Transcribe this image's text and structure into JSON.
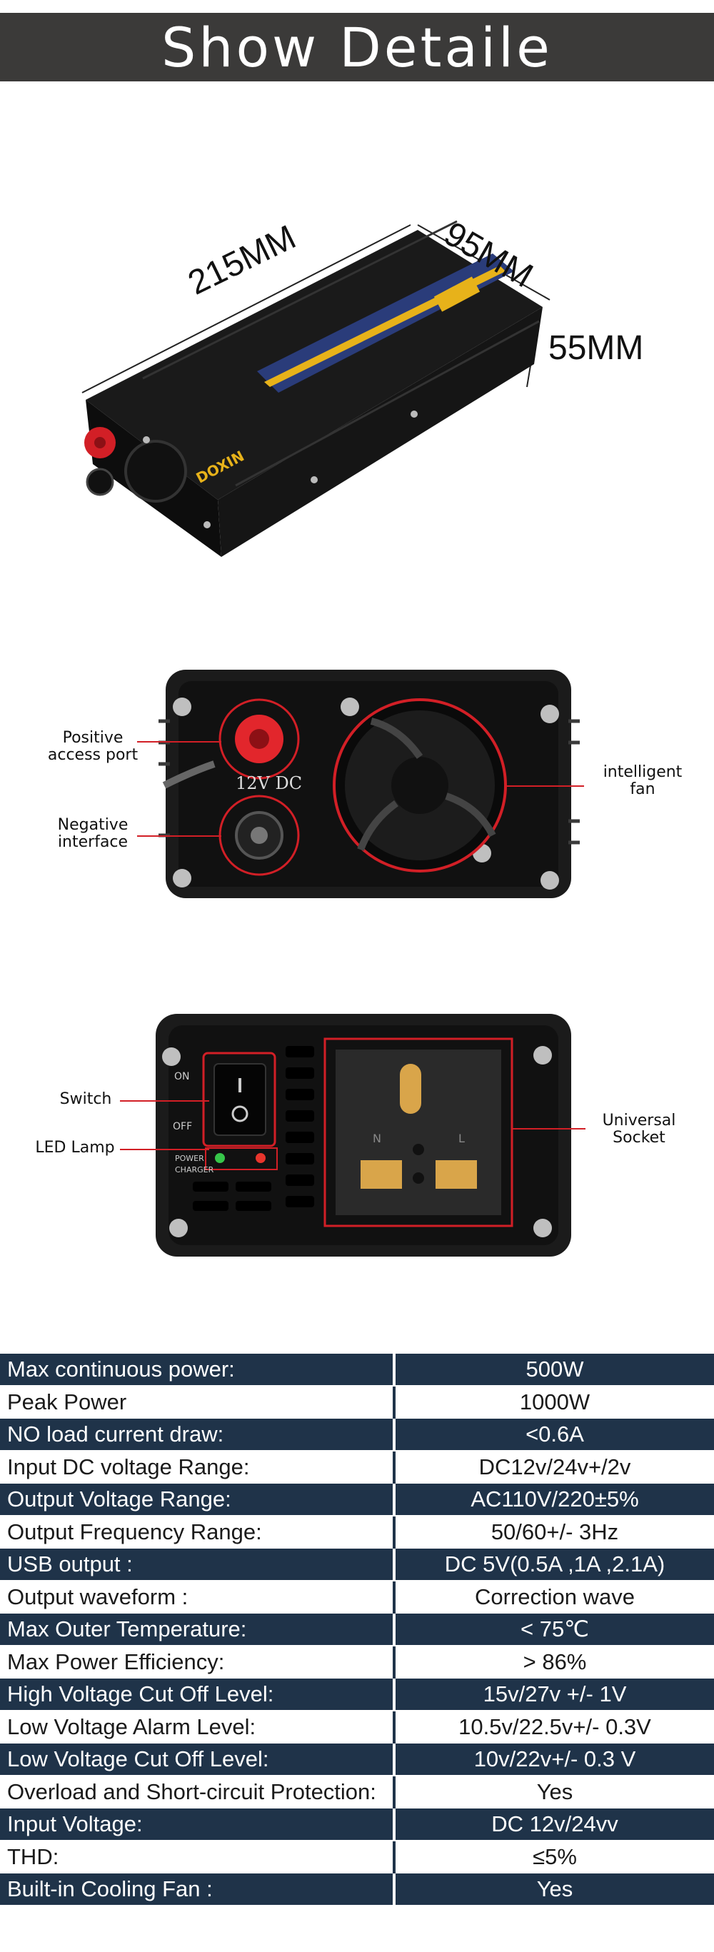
{
  "header": {
    "title": "Show Detaile"
  },
  "product_view": {
    "dimensions": {
      "length": "215MM",
      "width": "95MM",
      "height": "55MM"
    },
    "brand": "DOXIN"
  },
  "input_side": {
    "callouts": {
      "positive": [
        "Positive",
        "access port"
      ],
      "negative": [
        "Negative",
        "interface"
      ],
      "fan": [
        "intelligent",
        "fan"
      ]
    },
    "panel_text": {
      "voltage": "12V DC"
    }
  },
  "output_side": {
    "callouts": {
      "switch": "Switch",
      "led": "LED Lamp",
      "socket": [
        "Universal",
        "Socket"
      ]
    },
    "panel_text": {
      "on": "ON",
      "off": "OFF",
      "power": "POWER",
      "charger": "CHARGER",
      "n": "N",
      "l": "L"
    }
  },
  "specs": [
    {
      "label": "Max continuous power:",
      "value": "500W"
    },
    {
      "label": "Peak Power",
      "value": "1000W"
    },
    {
      "label": "NO load current draw:",
      "value": "<0.6A"
    },
    {
      "label": "Input DC voltage Range:",
      "value": "DC12v/24v+/2v"
    },
    {
      "label": "Output Voltage Range:",
      "value": "AC110V/220±5%"
    },
    {
      "label": "Output Frequency Range:",
      "value": "50/60+/- 3Hz"
    },
    {
      "label": "USB output :",
      "value": "DC 5V(0.5A ,1A ,2.1A)"
    },
    {
      "label": "Output waveform :",
      "value": "Correction wave"
    },
    {
      "label": "Max Outer Temperature:",
      "value": "< 75℃"
    },
    {
      "label": "Max Power Efficiency:",
      "value": "> 86%"
    },
    {
      "label": "High Voltage Cut Off Level:",
      "value": "15v/27v +/- 1V"
    },
    {
      "label": "Low Voltage Alarm Level:",
      "value": "10.5v/22.5v+/- 0.3V"
    },
    {
      "label": "Low Voltage Cut Off Level:",
      "value": "10v/22v+/- 0.3 V"
    },
    {
      "label": "Overload and Short-circuit Protection:",
      "value": "Yes"
    },
    {
      "label": "Input Voltage:",
      "value": "DC 12v/24vv"
    },
    {
      "label": "THD:",
      "value": "≤5%"
    },
    {
      "label": "Built-in Cooling Fan :",
      "value": "Yes"
    }
  ],
  "colors": {
    "banner": "#3b3a39",
    "table_dark": "#1f3349",
    "accent_red": "#d21f26"
  }
}
